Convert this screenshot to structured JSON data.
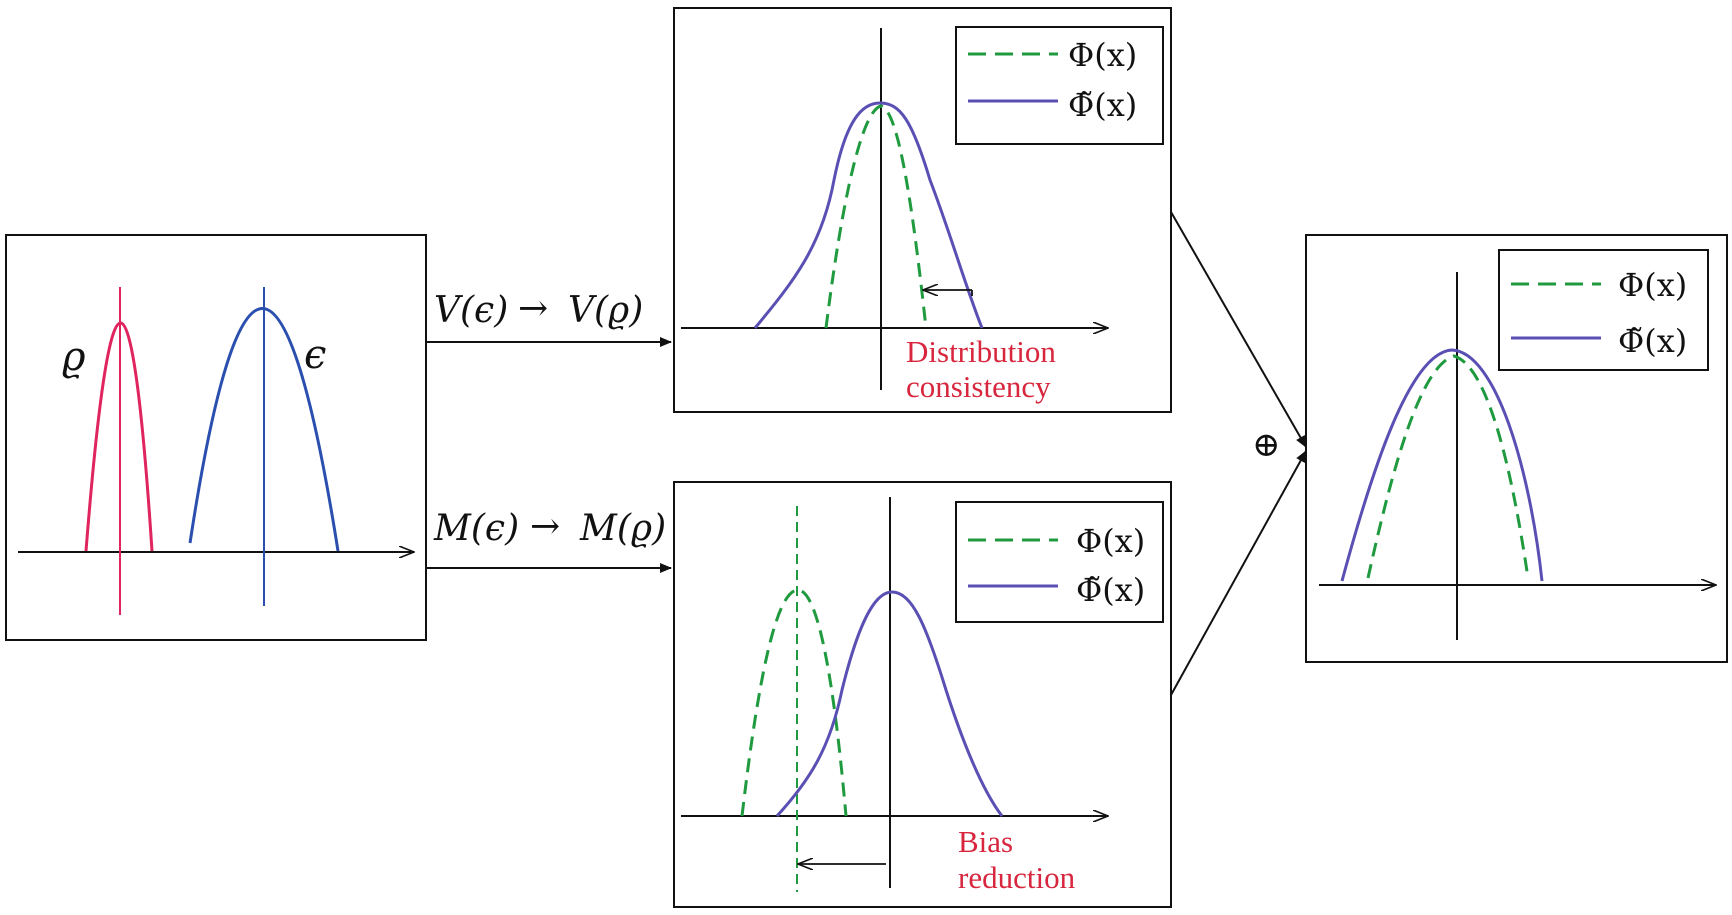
{
  "colors": {
    "rho": "#e0245e",
    "epsilon": "#2a4fae",
    "phi": "#1f9a3f",
    "phi_tilde": "#5a50b4",
    "annotation": "#d7263d",
    "stroke": "#111111"
  },
  "input_panel": {
    "rho_label": "ϱ",
    "epsilon_label": "ϵ"
  },
  "arrows": {
    "top_label_parts": [
      "V(ϵ)",
      "→",
      "V(ϱ)"
    ],
    "bottom_label_parts": [
      "M(ϵ)",
      "→",
      "M(ϱ)"
    ],
    "combine_symbol": "⊕"
  },
  "variance_panel": {
    "note_lines": [
      "Distribution",
      "consistency"
    ]
  },
  "mean_panel": {
    "note_lines": [
      "Bias",
      "reduction"
    ]
  },
  "legend": {
    "phi_label": "Φ(x)",
    "phi_tilde_label": "Φ̃(x)"
  }
}
